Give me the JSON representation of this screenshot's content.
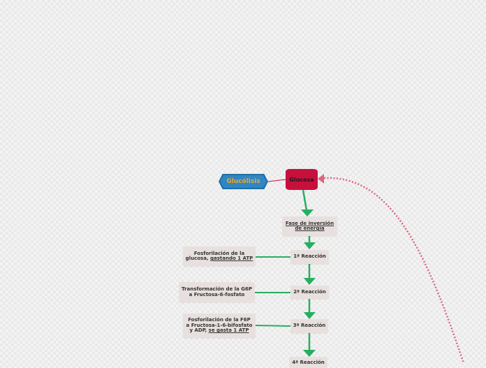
{
  "colors": {
    "root": "#c8103d",
    "hex_fill": "#2f86c2",
    "hex_text": "#f5a623",
    "connector_green": "#27ae60",
    "connector_pink": "#c8103d",
    "box_fill": "#e8e0df"
  },
  "nodes": {
    "glucosa": "Glucosa",
    "glucolisis": "Glucólisis",
    "fase": {
      "line1": "Fase de inversión",
      "line2": "de energía"
    },
    "reaccion1": "1ª Reacción",
    "reaccion2": "2ª Reacción",
    "reaccion3": "3ª Reacción",
    "reaccion4": "4ª Reacción",
    "desc1": {
      "line1": "Fosforilación de la",
      "line2a": "glucosa, ",
      "line2b": "gastando 1 ATP"
    },
    "desc2": {
      "line1": "Transformación de la G6P",
      "line2": "a Fructosa-6-fosfato"
    },
    "desc3": {
      "line1": "Fosforilación de la F6P",
      "line2": "a Fructosa-1-6-bifosfato",
      "line3a": "y ADP, ",
      "line3b": "se gasta 1 ATP"
    }
  }
}
